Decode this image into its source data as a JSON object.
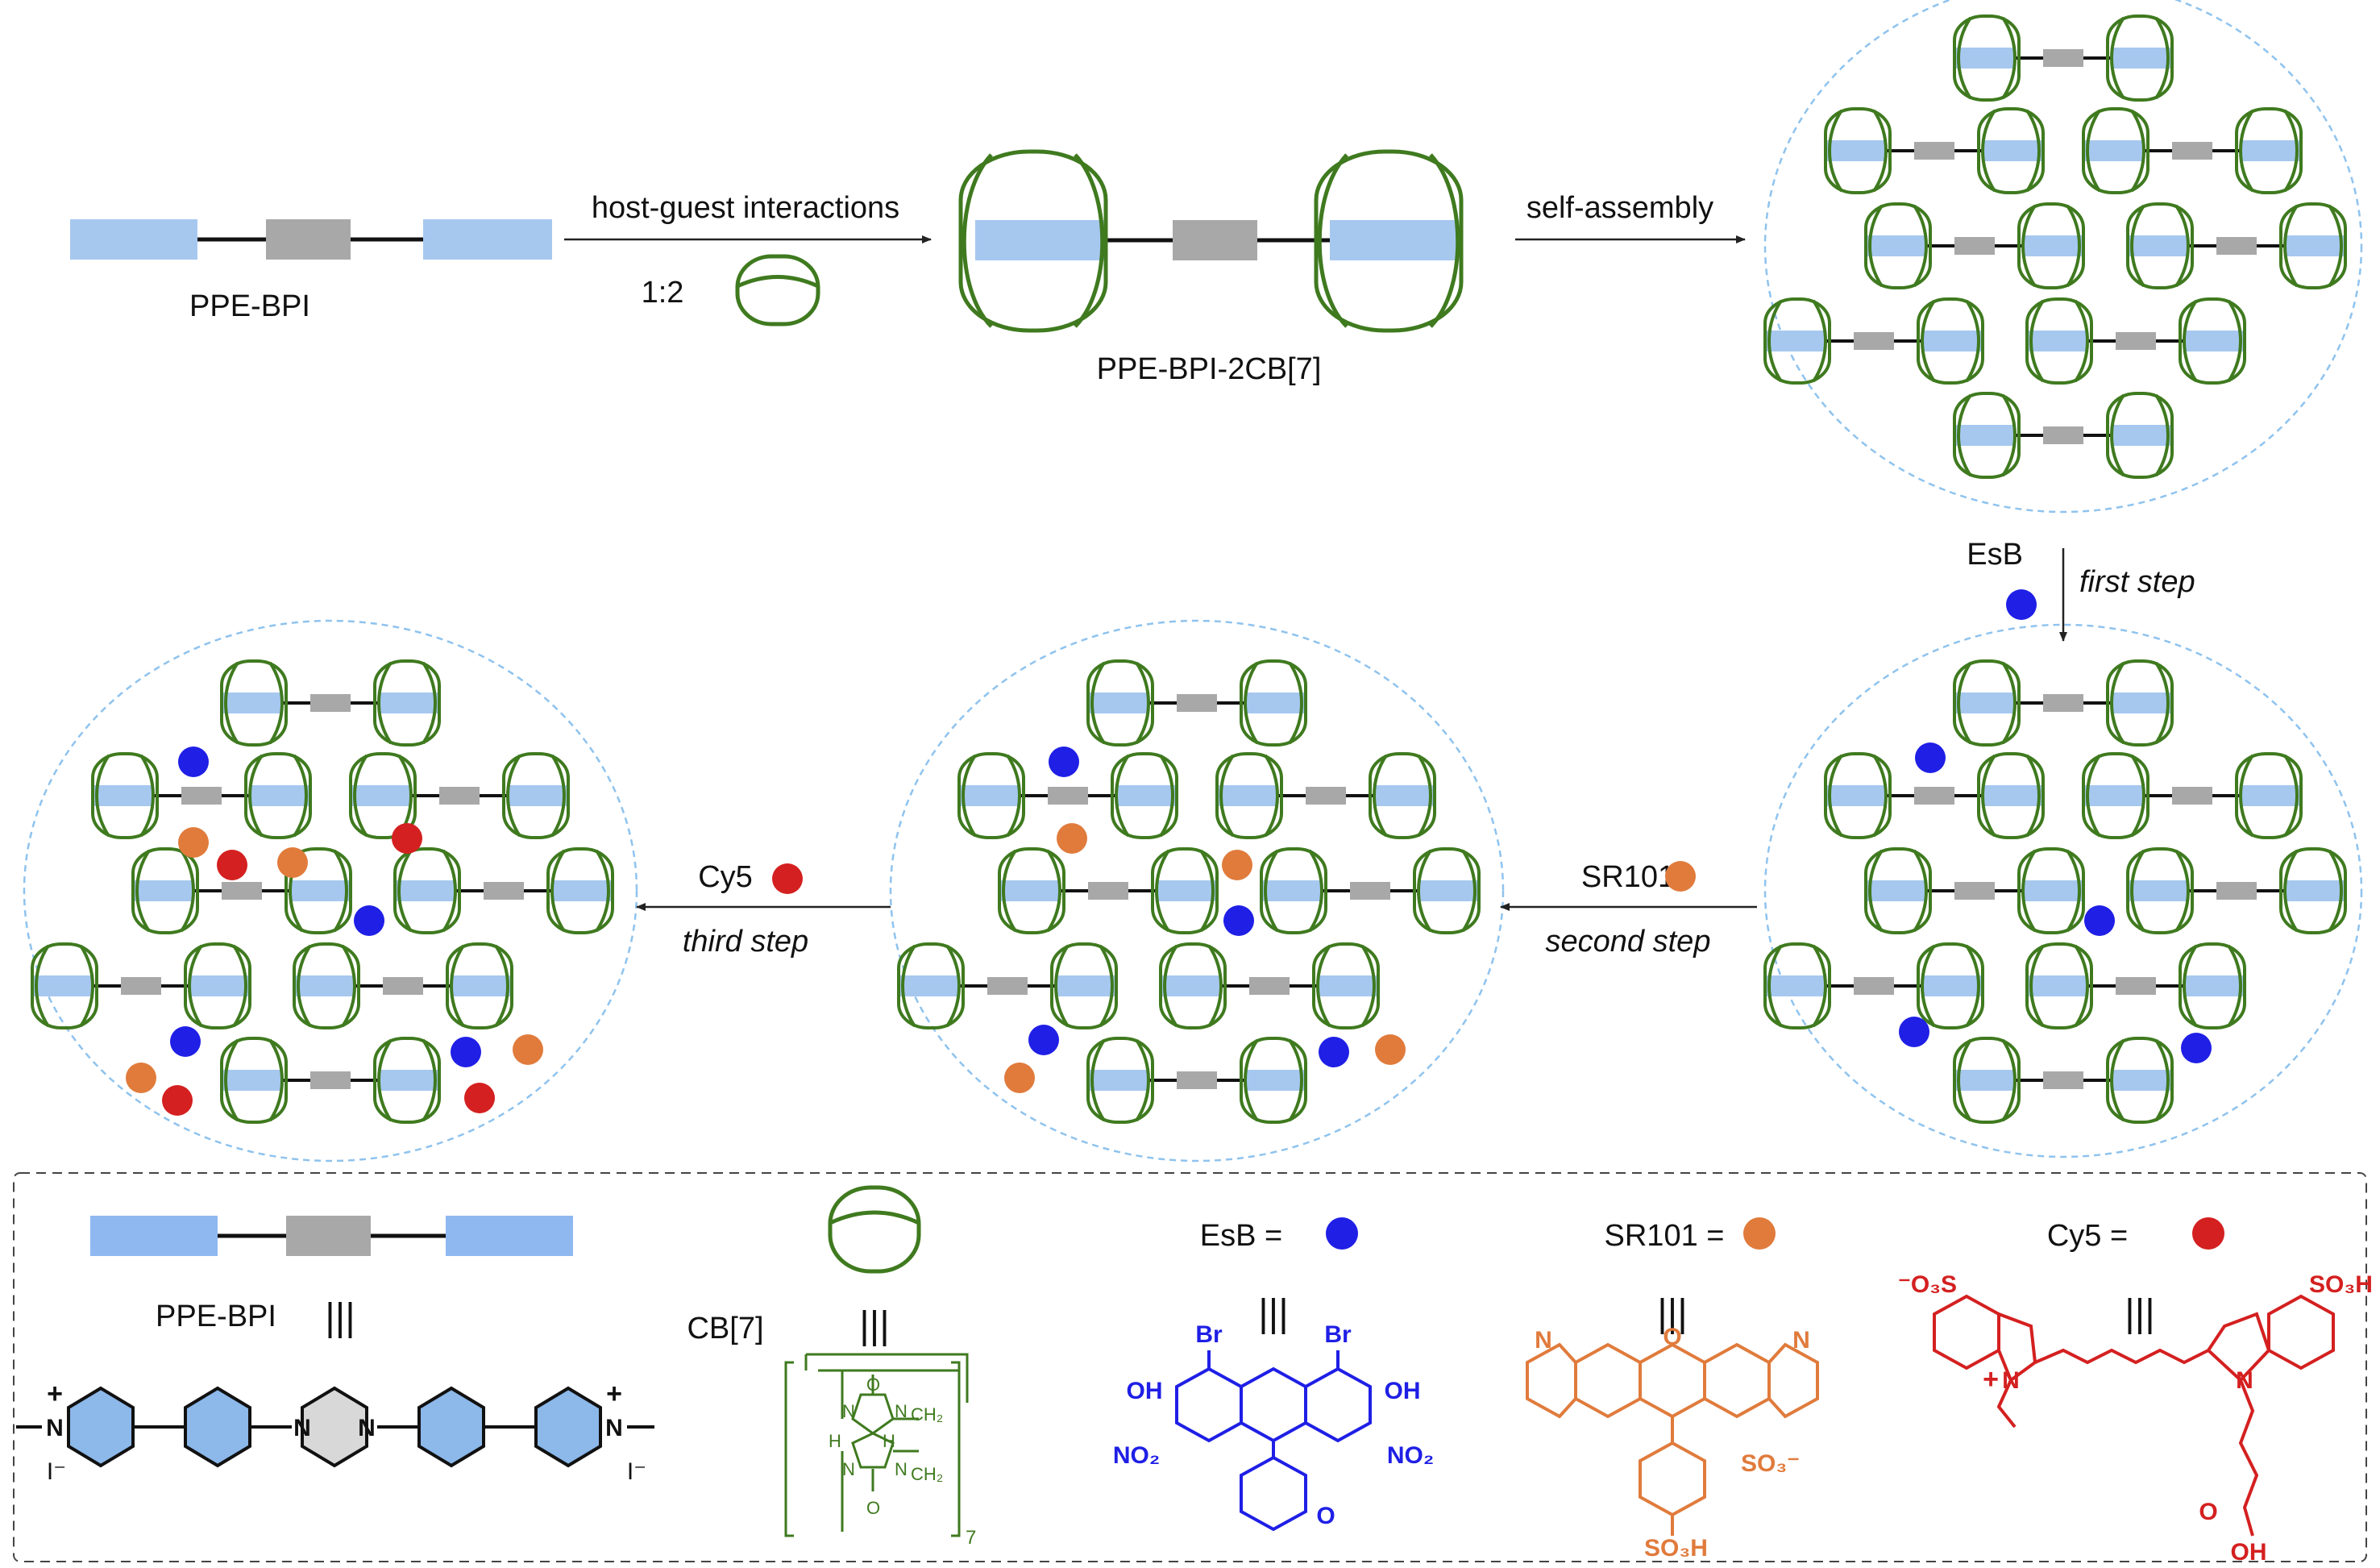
{
  "colors": {
    "blue_unit": "#a6c8ef",
    "blue_unit_legend": "#8fb8f0",
    "gray_unit": "#a8a8a8",
    "cb7": "#3f7a1f",
    "esb": "#1f1fe6",
    "sr101": "#e07b3c",
    "cy5": "#d42020",
    "ring_blue": "#8cb8ea",
    "ring_gray": "#d8d8d8",
    "dashed_circle": "#8fc3ee"
  },
  "labels": {
    "ppe_bpi": "PPE-BPI",
    "host_guest": "host-guest interactions",
    "ratio": "1:2",
    "ppe_bpi_2cb7": "PPE-BPI-2CB[7]",
    "self_assembly": "self-assembly",
    "esb": "EsB",
    "first_step": "first step",
    "sr101": "SR101",
    "second_step": "second step",
    "cy5": "Cy5",
    "third_step": "third step"
  },
  "legend": {
    "ppe_bpi_label": "PPE-BPI",
    "cb7_label": "CB[7]",
    "esb_label": "EsB  =",
    "sr101_label": "SR101 =",
    "cy5_label": "Cy5  =",
    "equiv": "|||",
    "cb7_subscript": "7",
    "cb7_atoms": {
      "o": "O",
      "n": "N",
      "h": "H",
      "ch2": "CH₂"
    },
    "iodide": "I⁻",
    "n_plus": "N",
    "n": "N",
    "esb_atoms": {
      "br": "Br",
      "oh": "OH",
      "no2": "NO₂",
      "o": "O"
    },
    "sr101_atoms": {
      "n": "N",
      "o": "O",
      "so3": "SO₃⁻",
      "so3h": "SO₃H"
    },
    "cy5_atoms": {
      "o3s": "⁻O₃S",
      "so3h": "SO₃H",
      "n": "N",
      "oh": "OH",
      "o": "O"
    }
  }
}
